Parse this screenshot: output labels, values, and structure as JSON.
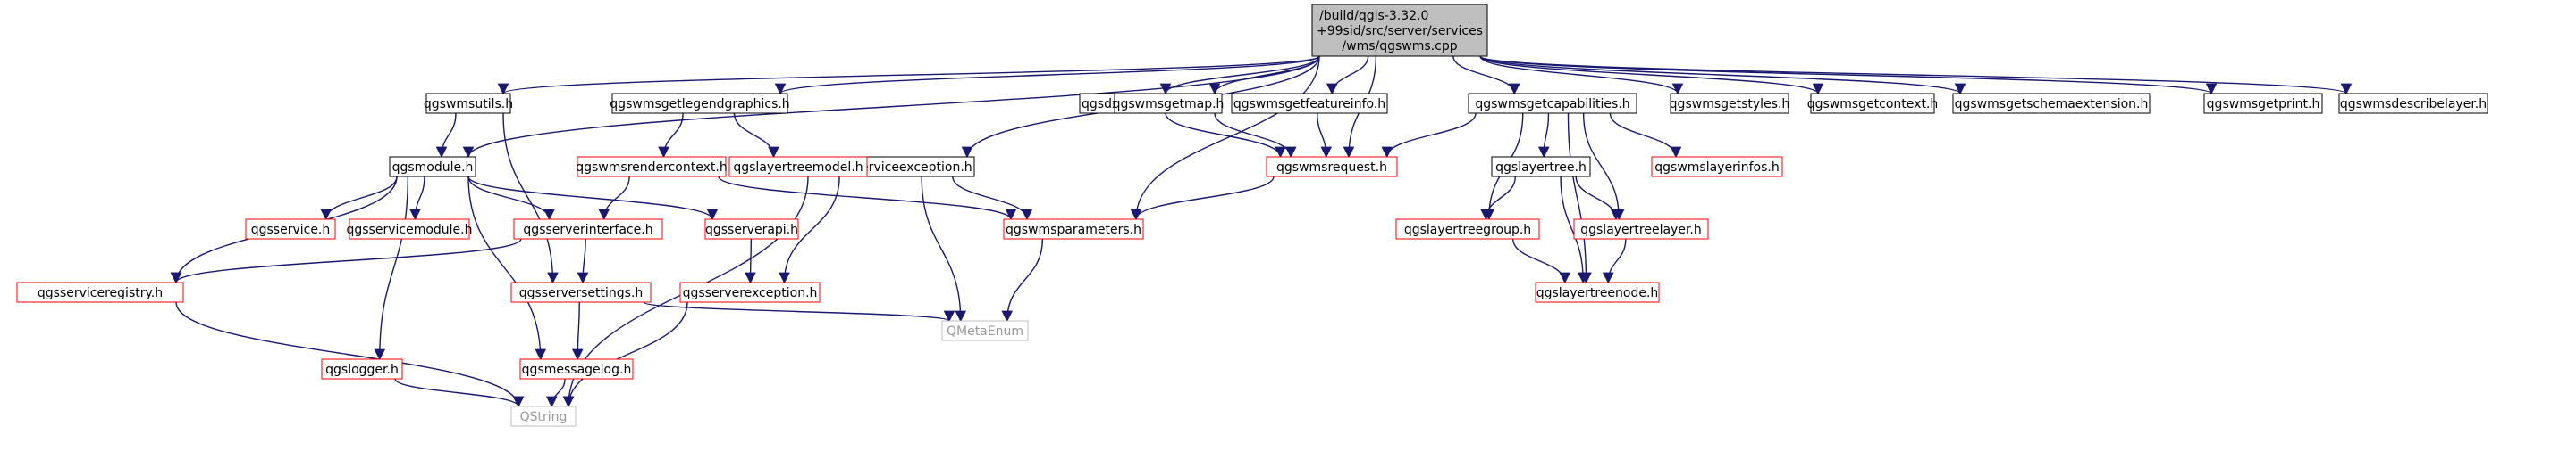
{
  "graph": {
    "root": {
      "line1": "/build/qgis-3.32.0",
      "line2": "+99sid/src/server/services",
      "line3": "/wms/qgswms.cpp"
    },
    "nodes": [
      {
        "id": "wmsutils",
        "label": "qgswmsutils.h",
        "style": "black"
      },
      {
        "id": "legend",
        "label": "qgswmsgetlegendgraphics.h",
        "style": "black"
      },
      {
        "id": "svcexc",
        "label": "qgswmsserviceexception.h",
        "style": "black"
      },
      {
        "id": "dxf",
        "label": "qgsdxfwriter.h",
        "style": "black"
      },
      {
        "id": "getmap",
        "label": "qgswmsgetmap.h",
        "style": "black"
      },
      {
        "id": "featinfo",
        "label": "qgswmsgetfeatureinfo.h",
        "style": "black"
      },
      {
        "id": "caps",
        "label": "qgswmsgetcapabilities.h",
        "style": "black"
      },
      {
        "id": "styles",
        "label": "qgswmsgetstyles.h",
        "style": "black"
      },
      {
        "id": "context",
        "label": "qgswmsgetcontext.h",
        "style": "black"
      },
      {
        "id": "schema",
        "label": "qgswmsgetschemaextension.h",
        "style": "black"
      },
      {
        "id": "print",
        "label": "qgswmsgetprint.h",
        "style": "black"
      },
      {
        "id": "describe",
        "label": "qgswmsdescribelayer.h",
        "style": "black"
      },
      {
        "id": "module",
        "label": "qgsmodule.h",
        "style": "black"
      },
      {
        "id": "rctx",
        "label": "qgswmsrendercontext.h",
        "style": "red"
      },
      {
        "id": "ltmodel",
        "label": "qgslayertreemodel.h",
        "style": "red"
      },
      {
        "id": "request",
        "label": "qgswmsrequest.h",
        "style": "red"
      },
      {
        "id": "ltree",
        "label": "qgslayertree.h",
        "style": "black"
      },
      {
        "id": "linfos",
        "label": "qgswmslayerinfos.h",
        "style": "red"
      },
      {
        "id": "service",
        "label": "qgsservice.h",
        "style": "red"
      },
      {
        "id": "svcmodule",
        "label": "qgsservicemodule.h",
        "style": "red"
      },
      {
        "id": "iface",
        "label": "qgsserverinterface.h",
        "style": "red"
      },
      {
        "id": "api",
        "label": "qgsserverapi.h",
        "style": "red"
      },
      {
        "id": "params",
        "label": "qgswmsparameters.h",
        "style": "red"
      },
      {
        "id": "ltgroup",
        "label": "qgslayertreegroup.h",
        "style": "red"
      },
      {
        "id": "ltlayer",
        "label": "qgslayertreelayer.h",
        "style": "red"
      },
      {
        "id": "registry",
        "label": "qgsserviceregistry.h",
        "style": "red"
      },
      {
        "id": "settings",
        "label": "qgsserversettings.h",
        "style": "red"
      },
      {
        "id": "srvexc",
        "label": "qgsserverexception.h",
        "style": "red"
      },
      {
        "id": "ltnode",
        "label": "qgslayertreenode.h",
        "style": "red"
      },
      {
        "id": "logger",
        "label": "qgslogger.h",
        "style": "red"
      },
      {
        "id": "msglog",
        "label": "qgsmessagelog.h",
        "style": "red"
      },
      {
        "id": "qmeta",
        "label": "QMetaEnum",
        "style": "grey"
      },
      {
        "id": "qstring",
        "label": "QString",
        "style": "grey"
      }
    ],
    "edges": [
      [
        "root",
        "wmsutils"
      ],
      [
        "root",
        "legend"
      ],
      [
        "root",
        "svcexc"
      ],
      [
        "root",
        "dxf"
      ],
      [
        "root",
        "getmap"
      ],
      [
        "root",
        "featinfo"
      ],
      [
        "root",
        "caps"
      ],
      [
        "root",
        "styles"
      ],
      [
        "root",
        "context"
      ],
      [
        "root",
        "schema"
      ],
      [
        "root",
        "print"
      ],
      [
        "root",
        "describe"
      ],
      [
        "root",
        "module"
      ],
      [
        "root",
        "request"
      ],
      [
        "root",
        "params"
      ],
      [
        "wmsutils",
        "module"
      ],
      [
        "wmsutils",
        "settings"
      ],
      [
        "legend",
        "rctx"
      ],
      [
        "legend",
        "ltmodel"
      ],
      [
        "rctx",
        "iface"
      ],
      [
        "rctx",
        "params"
      ],
      [
        "svcexc",
        "params"
      ],
      [
        "svcexc",
        "srvexc"
      ],
      [
        "svcexc",
        "qmeta"
      ],
      [
        "svcexc",
        "qstring"
      ],
      [
        "dxf",
        "request"
      ],
      [
        "getmap",
        "request"
      ],
      [
        "featinfo",
        "request"
      ],
      [
        "caps",
        "request"
      ],
      [
        "caps",
        "ltree"
      ],
      [
        "caps",
        "linfos"
      ],
      [
        "caps",
        "ltlayer"
      ],
      [
        "caps",
        "ltgroup"
      ],
      [
        "caps",
        "ltnode"
      ],
      [
        "ltree",
        "ltgroup"
      ],
      [
        "ltree",
        "ltlayer"
      ],
      [
        "ltree",
        "ltnode"
      ],
      [
        "ltgroup",
        "ltnode"
      ],
      [
        "ltlayer",
        "ltnode"
      ],
      [
        "request",
        "params"
      ],
      [
        "params",
        "qmeta"
      ],
      [
        "module",
        "service"
      ],
      [
        "module",
        "svcmodule"
      ],
      [
        "module",
        "iface"
      ],
      [
        "module",
        "api"
      ],
      [
        "module",
        "registry"
      ],
      [
        "module",
        "logger"
      ],
      [
        "module",
        "msglog"
      ],
      [
        "iface",
        "registry"
      ],
      [
        "iface",
        "settings"
      ],
      [
        "api",
        "srvexc"
      ],
      [
        "settings",
        "msglog"
      ],
      [
        "settings",
        "qmeta"
      ],
      [
        "srvexc",
        "qstring"
      ],
      [
        "registry",
        "qstring"
      ],
      [
        "logger",
        "qstring"
      ],
      [
        "msglog",
        "qstring"
      ]
    ]
  }
}
